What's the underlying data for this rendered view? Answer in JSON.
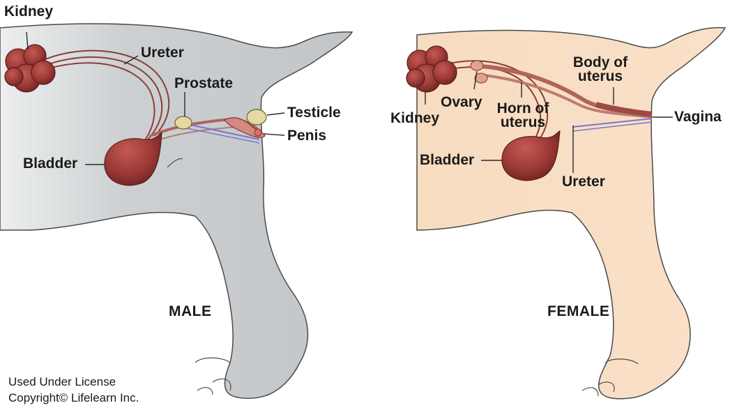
{
  "male": {
    "caption": "MALE",
    "labels": {
      "kidney": "Kidney",
      "ureter": "Ureter",
      "prostate": "Prostate",
      "testicle": "Testicle",
      "penis": "Penis",
      "bladder": "Bladder"
    }
  },
  "female": {
    "caption": "FEMALE",
    "labels": {
      "kidney": "Kidney",
      "ovary": "Ovary",
      "horn_line1": "Horn of",
      "horn_line2": "uterus",
      "body_line1": "Body of",
      "body_line2": "uterus",
      "vagina": "Vagina",
      "bladder": "Bladder",
      "ureter": "Ureter"
    }
  },
  "credit": {
    "line1": "Used Under License",
    "line2": "Copyright© Lifelearn Inc."
  },
  "colors": {
    "male_body": "#c9cbcd",
    "female_body": "#f7dcc2",
    "organ": "#9c3a36",
    "organ_dark": "#6e2320",
    "tube": "#a8584f",
    "outline": "#555555"
  }
}
